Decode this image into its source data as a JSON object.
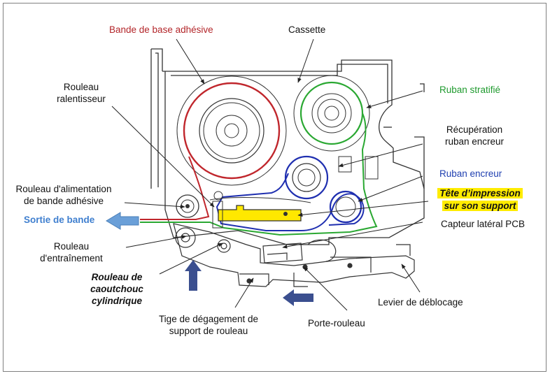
{
  "labels": {
    "bande_base": "Bande de base adhésive",
    "cassette": "Cassette",
    "rouleau_ralentisseur": [
      "Rouleau",
      "ralentisseur"
    ],
    "ruban_stratifie": "Ruban stratifié",
    "recuperation": [
      "Récupération",
      "ruban encreur"
    ],
    "ruban_encreur": "Ruban encreur",
    "rouleau_alimentation": [
      "Rouleau d'alimentation",
      "de bande adhésive"
    ],
    "tete_impression": [
      "Tête d’impression",
      "sur son support"
    ],
    "sortie_bande": "Sortie de bande",
    "capteur": "Capteur latéral PCB",
    "rouleau_entrainement": [
      "Rouleau",
      "d'entraînement"
    ],
    "rouleau_caoutchouc": [
      "Rouleau de",
      "caoutchouc",
      "cylindrique"
    ],
    "levier": "Levier de déblocage",
    "tige": [
      "Tige de dégagement de",
      "support de rouleau"
    ],
    "porte_rouleau": "Porte-rouleau"
  },
  "colors": {
    "adhesive_tape": "#c0262c",
    "laminate_ribbon": "#2aa832",
    "ink_ribbon": "#1f2fb0",
    "print_head": "#ffe800",
    "arrows": "#3b4f8f",
    "exit_arrow": "#6a9fd8"
  }
}
